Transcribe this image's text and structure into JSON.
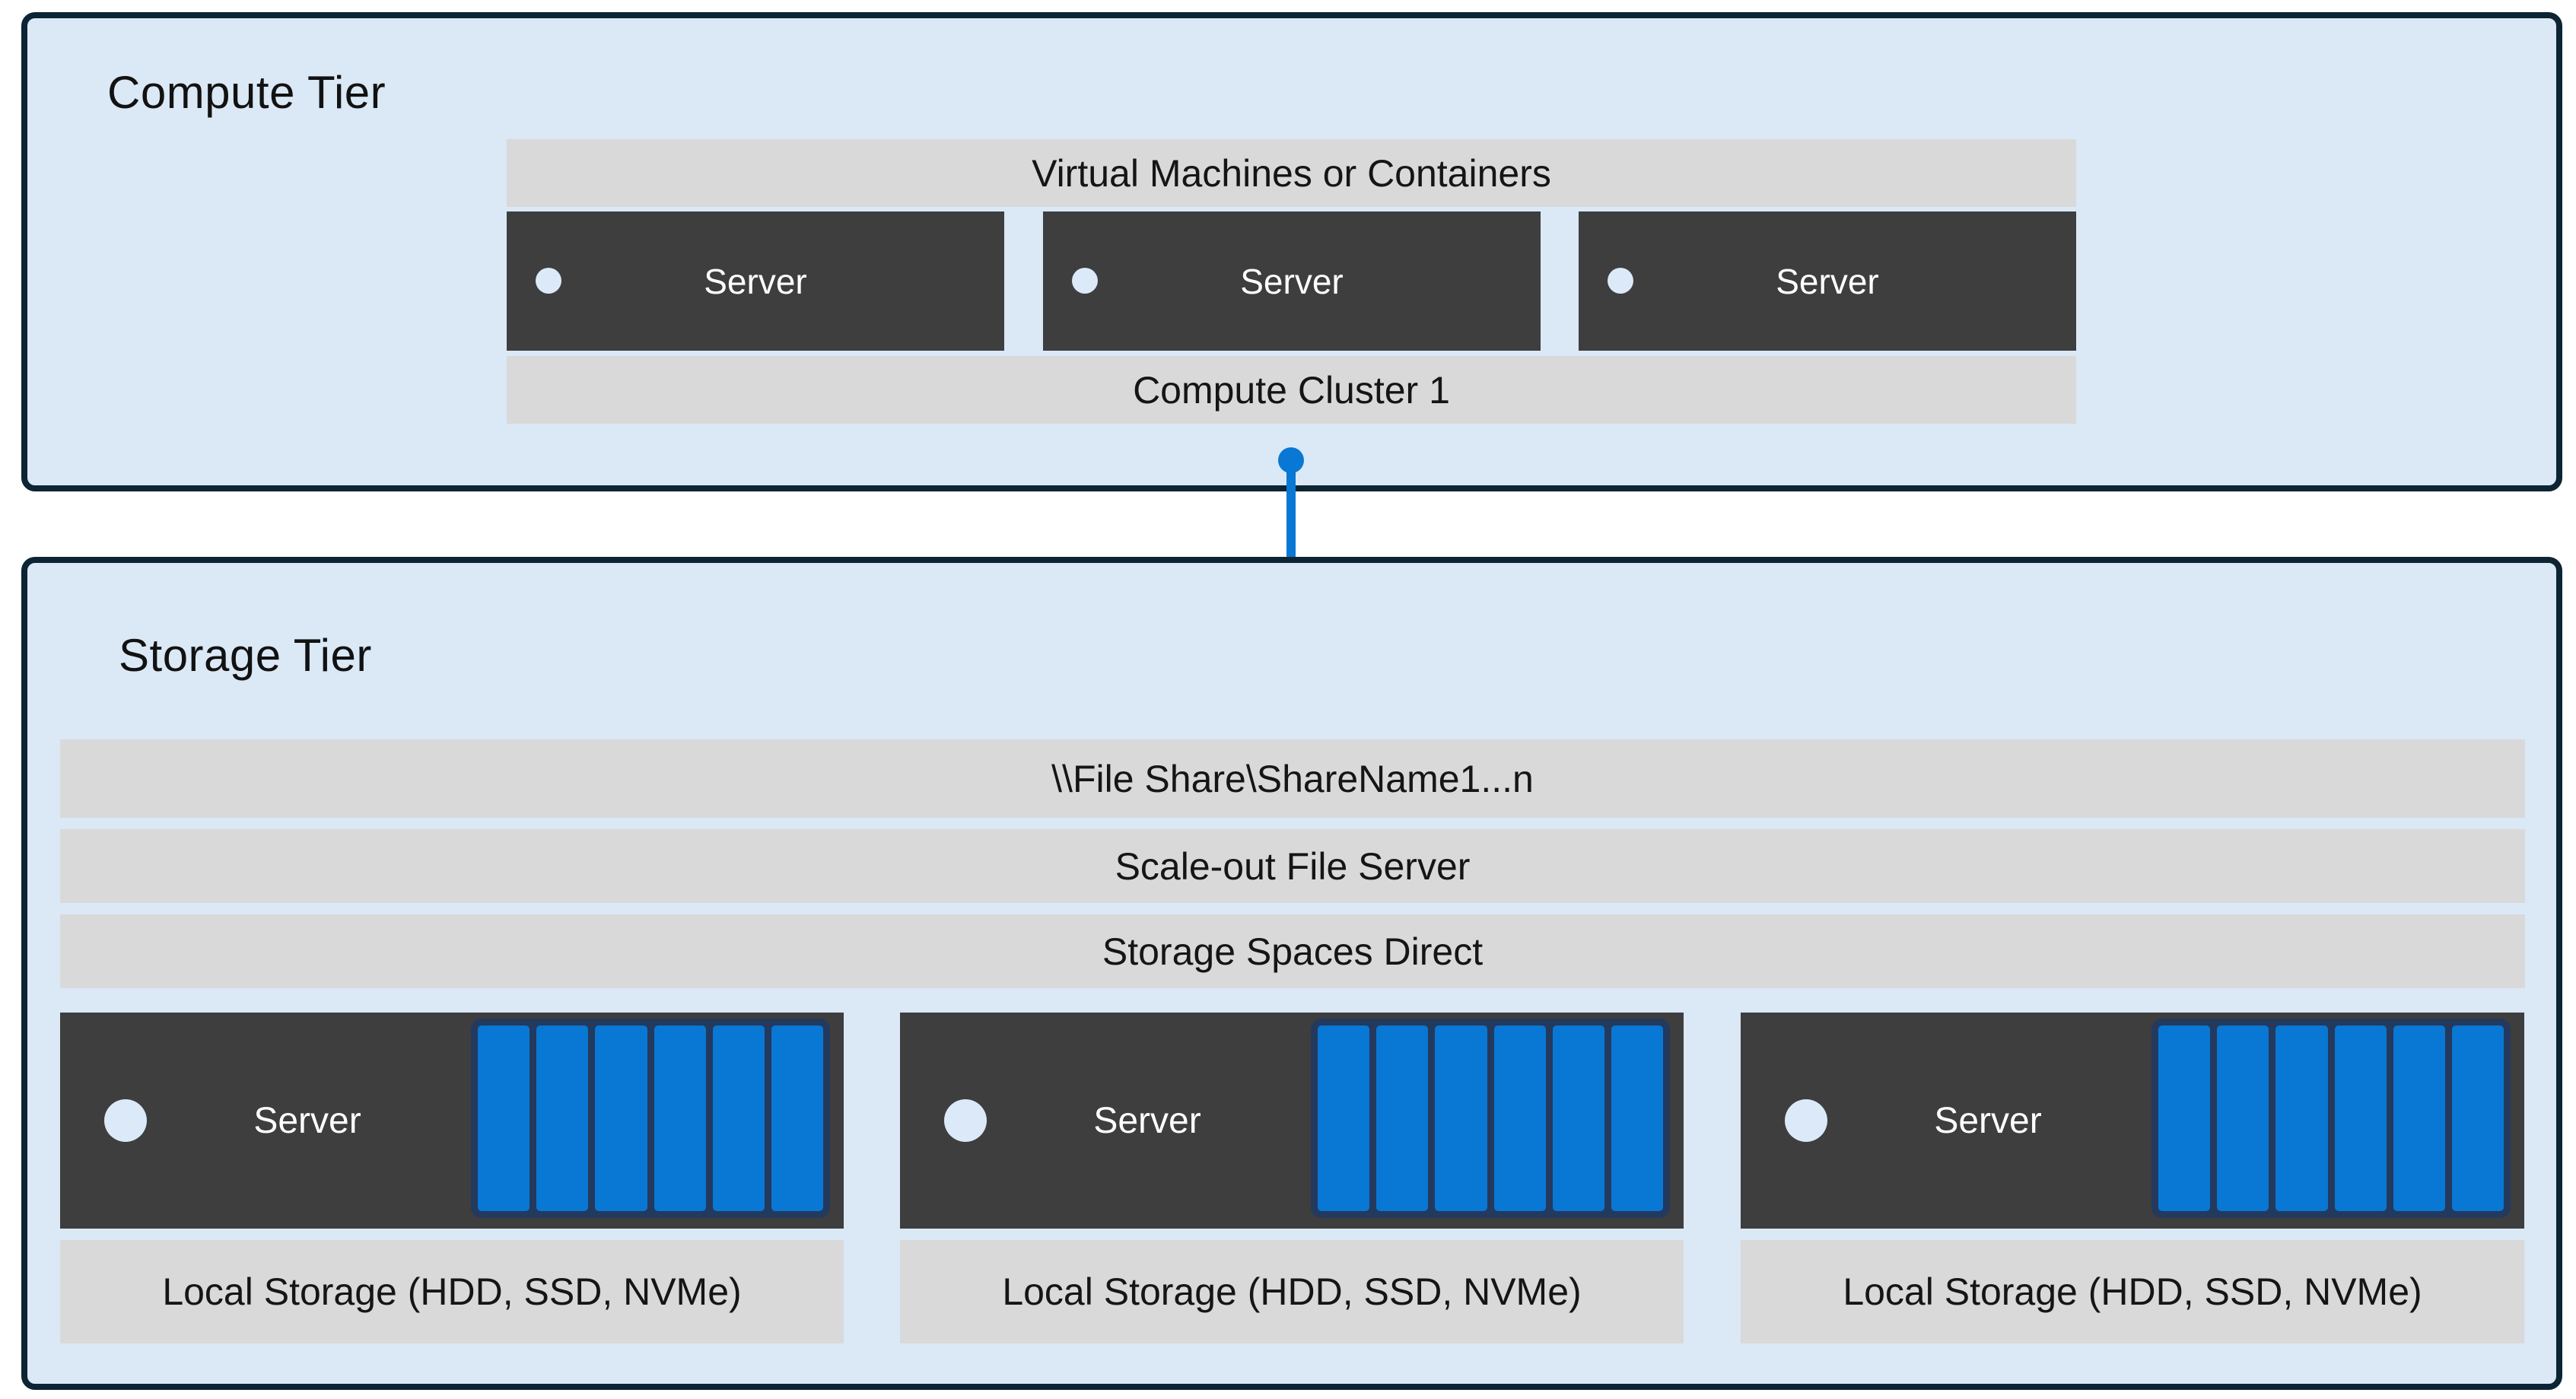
{
  "compute_tier": {
    "title": "Compute Tier",
    "vm_bar_label": "Virtual Machines or Containers",
    "cluster_bar_label": "Compute Cluster 1",
    "servers": [
      {
        "label": "Server"
      },
      {
        "label": "Server"
      },
      {
        "label": "Server"
      }
    ]
  },
  "connector": {
    "icon": "folder-icon"
  },
  "storage_tier": {
    "title": "Storage Tier",
    "layer_bars": [
      "\\\\File Share\\ShareName1...n",
      "Scale-out File Server",
      "Storage Spaces Direct"
    ],
    "servers": [
      {
        "label": "Server",
        "disk_count": 6,
        "local_storage_label": "Local Storage (HDD, SSD, NVMe)"
      },
      {
        "label": "Server",
        "disk_count": 6,
        "local_storage_label": "Local Storage (HDD, SSD, NVMe)"
      },
      {
        "label": "Server",
        "disk_count": 6,
        "local_storage_label": "Local Storage (HDD, SSD, NVMe)"
      }
    ]
  },
  "colors": {
    "tier_fill": "#dbe8f6",
    "tier_border": "#0c2433",
    "bar_fill": "#d9d9d9",
    "server_fill": "#3e3e3e",
    "accent_blue": "#0878d4",
    "disk_frame_navy": "#24395e",
    "dot_fill": "#dce9f8",
    "text_dark": "#151515",
    "text_light": "#ffffff"
  }
}
